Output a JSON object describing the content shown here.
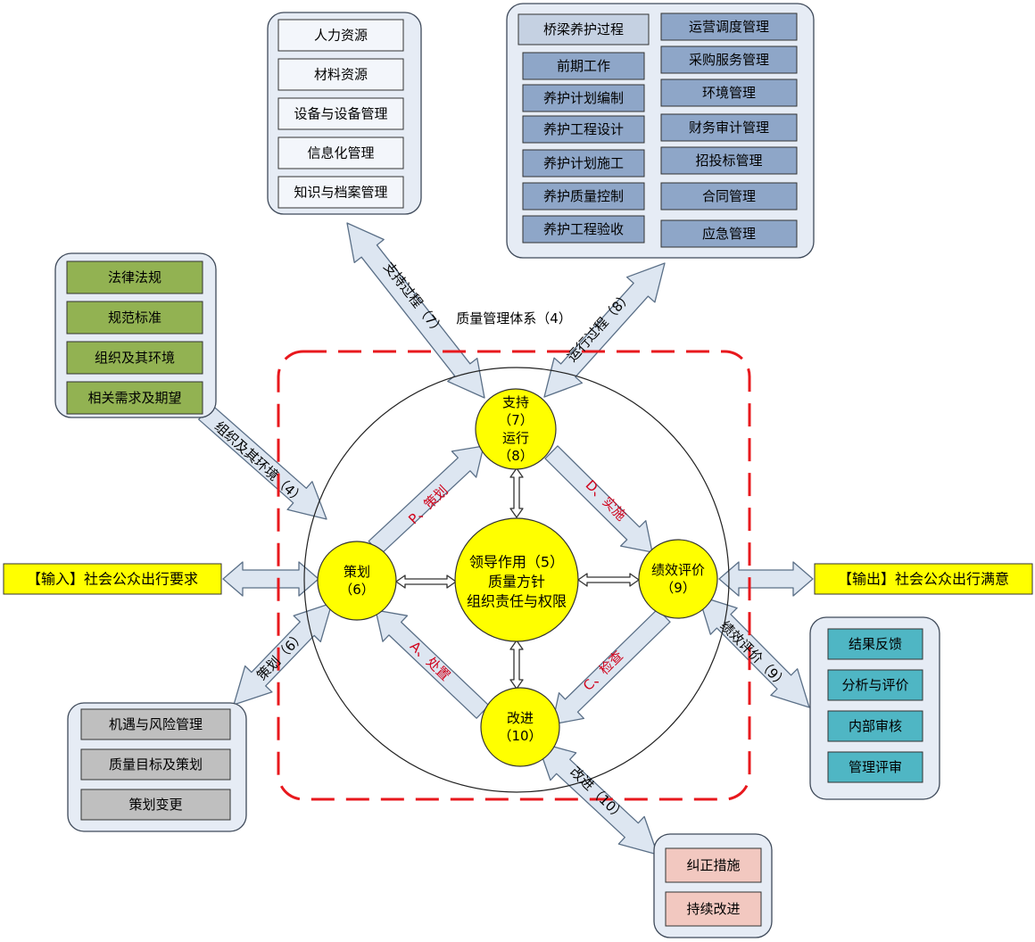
{
  "system_label": "质量管理体系（4）",
  "center": {
    "lines": [
      "领导作用（5）",
      "质量方针",
      "组织责任与权限"
    ]
  },
  "nodes": {
    "support": {
      "lines": [
        "支持",
        "（7）",
        "运行",
        "（8）"
      ]
    },
    "planning": {
      "lines": [
        "策划",
        "（6）"
      ]
    },
    "evaluation": {
      "lines": [
        "绩效评价",
        "（9）"
      ]
    },
    "improvement": {
      "lines": [
        "改进",
        "（10）"
      ]
    }
  },
  "pdca": {
    "plan": "P、策划",
    "do": "D、实施",
    "check": "C、检查",
    "act": "A、处置"
  },
  "io": {
    "input": "【输入】社会公众出行要求",
    "output": "【输出】社会公众出行满意"
  },
  "links": {
    "support": "支持过程（7）",
    "operation": "运行过程（8）",
    "context": "组织及其环境（4）",
    "planning": "策划（6）",
    "evaluation": "绩效评价（9）",
    "improvement": "改进（10）"
  },
  "groups": {
    "resources": [
      "人力资源",
      "材料资源",
      "设备与设备管理",
      "信息化管理",
      "知识与档案管理"
    ],
    "operation_left": [
      "桥梁养护过程",
      "前期工作",
      "养护计划编制",
      "养护工程设计",
      "养护计划施工",
      "养护质量控制",
      "养护工程验收"
    ],
    "operation_right": [
      "运营调度管理",
      "采购服务管理",
      "环境管理",
      "财务审计管理",
      "招投标管理",
      "合同管理",
      "应急管理"
    ],
    "context": [
      "法律法规",
      "规范标准",
      "组织及其环境",
      "相关需求及期望"
    ],
    "planning": [
      "机遇与风险管理",
      "质量目标及策划",
      "策划变更"
    ],
    "evaluation": [
      "结果反馈",
      "分析与评价",
      "内部审核",
      "管理评审"
    ],
    "improvement": [
      "纠正措施",
      "持续改进"
    ]
  },
  "colors": {
    "node_fill": "#ffff00",
    "dash": "#e8181d",
    "arrow_fill": "#dde6f1",
    "arrow_stroke": "#5a6f87",
    "group_bg": "#e6ecf5",
    "box_white": "#f3f6fb",
    "box_blue": "#8ea6c8",
    "box_green": "#92b252",
    "box_gray": "#bfbfbf",
    "box_teal": "#4fb6c4",
    "box_pink": "#f2c8c0",
    "pdca_red": "#d0021b"
  }
}
